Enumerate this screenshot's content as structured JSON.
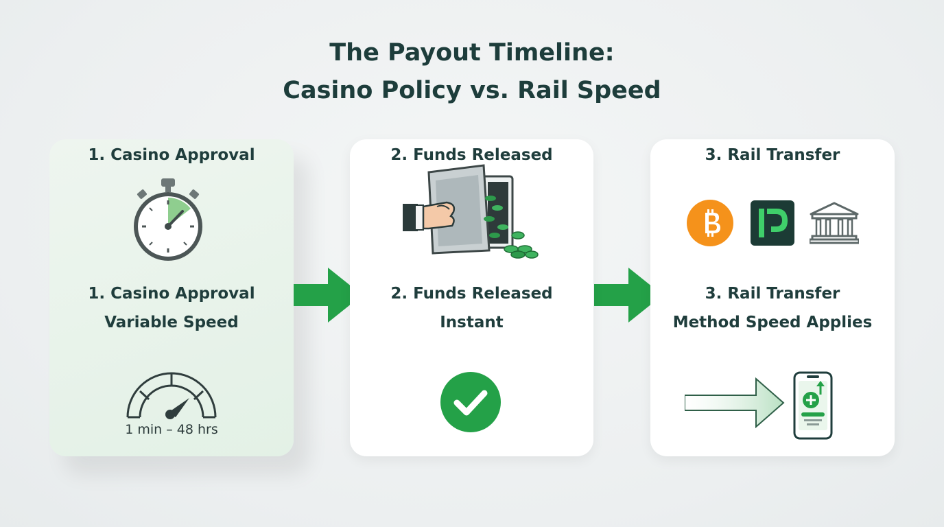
{
  "title": {
    "line1": "The Payout Timeline:",
    "line2": "Casino Policy vs. Rail Speed"
  },
  "colors": {
    "accent_green": "#24a148",
    "dark_text": "#1f3d3c",
    "bitcoin_orange": "#f5921b",
    "icon_dark": "#1c3b35"
  },
  "steps": [
    {
      "header": "1. Casino Approval",
      "label": "1. Casino Approval",
      "speed": "Variable Speed",
      "range": "1 min – 48 hrs",
      "icons": [
        "stopwatch-icon",
        "speedometer-icon"
      ]
    },
    {
      "header": "2. Funds Released",
      "label": "2. Funds Released",
      "speed": "Instant",
      "icons": [
        "vault-hand-icon",
        "check-circle-icon"
      ]
    },
    {
      "header": "3. Rail Transfer",
      "label": "3. Rail Transfer",
      "speed": "Method Speed Applies",
      "icons": [
        "bitcoin-icon",
        "payment-app-icon",
        "bank-icon",
        "transfer-arrow-icon",
        "phone-wallet-icon"
      ]
    }
  ],
  "connectors": [
    "arrow-right-icon",
    "arrow-right-icon"
  ]
}
